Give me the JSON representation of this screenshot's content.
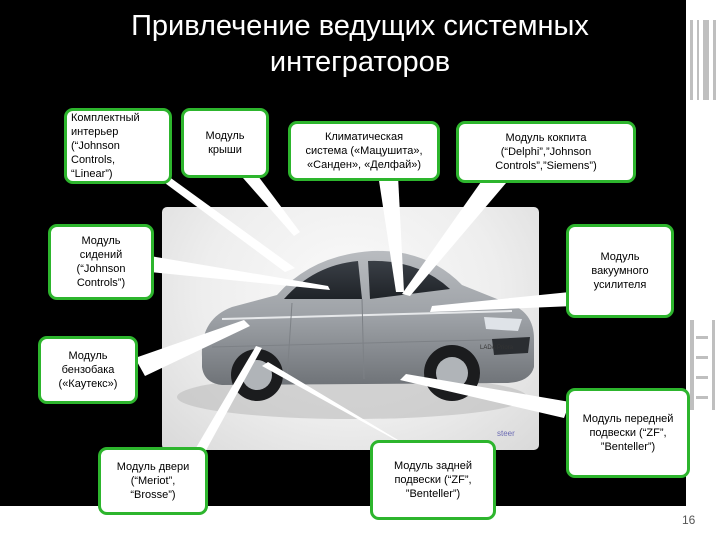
{
  "title": "Привлечение ведущих системных\nинтеграторов",
  "page_number": "16",
  "watermark": "steer",
  "car_badge": "LADA Priora",
  "colors": {
    "background": "#000000",
    "box_border": "#2db52d",
    "title": "#ffffff",
    "callout_fill": "#ffffff"
  },
  "callouts": [
    {
      "id": "interior",
      "text": "Комплектный\nинтерьер\n(“Johnson\nControls,\n“Linear”)"
    },
    {
      "id": "roof",
      "text": "Модуль\nкрыши"
    },
    {
      "id": "climate",
      "text": "Климатическая\nсистема («Мацушита»,\n«Санден», «Делфай»)"
    },
    {
      "id": "cockpit",
      "text": "Модуль кокпита\n(“Delphi”,”Johnson\nControls”,”Siemens”)"
    },
    {
      "id": "seats",
      "text": "Модуль\nсидений\n(“Johnson\nControls”)"
    },
    {
      "id": "vacuum",
      "text": "Модуль\nвакуумного\nусилителя"
    },
    {
      "id": "fuel-tank",
      "text": "Модуль\nбензобака\n(«Каутекс»)"
    },
    {
      "id": "front-suspension",
      "text": "Модуль передней\nподвески (“ZF”,\n”Benteller”)"
    },
    {
      "id": "door",
      "text": "Модуль двери\n(“Meriot”,\n“Brosse”)"
    },
    {
      "id": "rear-suspension",
      "text": "Модуль задней\nподвески (“ZF”,\n”Benteller”)"
    }
  ]
}
